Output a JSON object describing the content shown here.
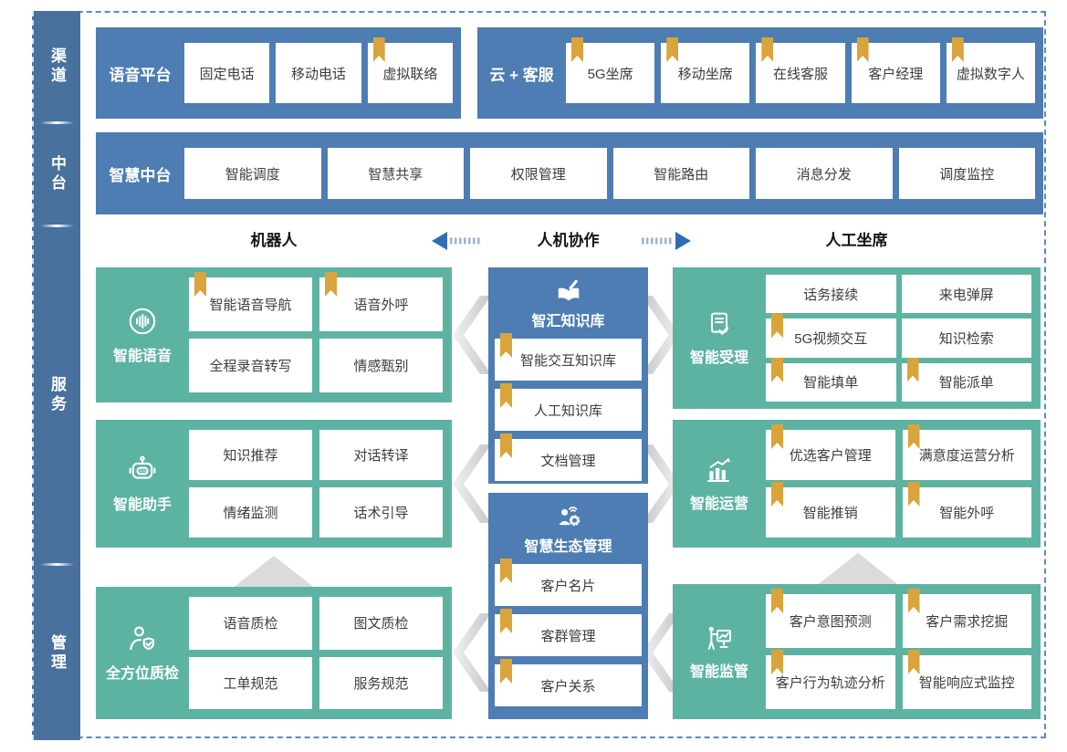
{
  "sidebar": {
    "sections": [
      {
        "label": "渠道"
      },
      {
        "label": "中台"
      },
      {
        "label": "服务"
      },
      {
        "label": "管理"
      }
    ]
  },
  "top_rows": {
    "voice_platform": {
      "title": "语音平台",
      "items": [
        {
          "label": "固定电话",
          "bookmark": false
        },
        {
          "label": "移动电话",
          "bookmark": false
        },
        {
          "label": "虚拟联络",
          "bookmark": true
        }
      ]
    },
    "cloud_service": {
      "title": "云 + 客服",
      "items": [
        {
          "label": "5G坐席",
          "bookmark": true
        },
        {
          "label": "移动坐席",
          "bookmark": true
        },
        {
          "label": "在线客服",
          "bookmark": true
        },
        {
          "label": "客户经理",
          "bookmark": true
        },
        {
          "label": "虚拟数字人",
          "bookmark": true
        }
      ]
    },
    "smart_middle": {
      "title": "智慧中台",
      "items": [
        {
          "label": "智能调度",
          "bookmark": false
        },
        {
          "label": "智慧共享",
          "bookmark": false
        },
        {
          "label": "权限管理",
          "bookmark": false
        },
        {
          "label": "智能路由",
          "bookmark": false
        },
        {
          "label": "消息分发",
          "bookmark": false
        },
        {
          "label": "调度监控",
          "bookmark": false
        }
      ]
    }
  },
  "collab_header": {
    "left": "机器人",
    "center": "人机协作",
    "right": "人工坐席"
  },
  "service_blocks": {
    "left": [
      {
        "title": "智能语音",
        "icon": "voice-wave-icon",
        "items": [
          {
            "label": "智能语音导航",
            "bookmark": true
          },
          {
            "label": "语音外呼",
            "bookmark": true
          },
          {
            "label": "全程录音转写",
            "bookmark": false
          },
          {
            "label": "情感甄别",
            "bookmark": false
          }
        ]
      },
      {
        "title": "智能助手",
        "icon": "robot-icon",
        "items": [
          {
            "label": "知识推荐",
            "bookmark": false
          },
          {
            "label": "对话转译",
            "bookmark": false
          },
          {
            "label": "情绪监测",
            "bookmark": false
          },
          {
            "label": "话术引导",
            "bookmark": false
          }
        ]
      },
      {
        "title": "全方位质检",
        "icon": "person-shield-icon",
        "items": [
          {
            "label": "语音质检",
            "bookmark": false
          },
          {
            "label": "图文质检",
            "bookmark": false
          },
          {
            "label": "工单规范",
            "bookmark": false
          },
          {
            "label": "服务规范",
            "bookmark": false
          }
        ]
      }
    ],
    "center": [
      {
        "title": "智汇知识库",
        "icon": "book-pen-icon",
        "items": [
          {
            "label": "智能交互知识库",
            "bookmark": true
          },
          {
            "label": "人工知识库",
            "bookmark": true
          },
          {
            "label": "文档管理",
            "bookmark": true
          }
        ]
      },
      {
        "title": "智慧生态管理",
        "icon": "person-network-icon",
        "items": [
          {
            "label": "客户名片",
            "bookmark": true
          },
          {
            "label": "客群管理",
            "bookmark": true
          },
          {
            "label": "客户关系",
            "bookmark": true
          }
        ]
      }
    ],
    "right": [
      {
        "title": "智能受理",
        "icon": "document-check-icon",
        "items": [
          {
            "label": "话务接续",
            "bookmark": false
          },
          {
            "label": "来电弹屏",
            "bookmark": false
          },
          {
            "label": "5G视频交互",
            "bookmark": true
          },
          {
            "label": "知识检索",
            "bookmark": false
          },
          {
            "label": "智能填单",
            "bookmark": true
          },
          {
            "label": "智能派单",
            "bookmark": true
          }
        ]
      },
      {
        "title": "智能运营",
        "icon": "chart-growth-icon",
        "items": [
          {
            "label": "优选客户管理",
            "bookmark": true
          },
          {
            "label": "满意度运营分析",
            "bookmark": true
          },
          {
            "label": "智能推销",
            "bookmark": true
          },
          {
            "label": "智能外呼",
            "bookmark": true
          }
        ]
      },
      {
        "title": "智能监管",
        "icon": "presenter-board-icon",
        "items": [
          {
            "label": "客户意图预测",
            "bookmark": true
          },
          {
            "label": "客户需求挖掘",
            "bookmark": true
          },
          {
            "label": "客户行为轨迹分析",
            "bookmark": true
          },
          {
            "label": "智能响应式监控",
            "bookmark": true
          }
        ]
      }
    ]
  },
  "colors": {
    "panel_blue": "#4d7db2",
    "sidebar_blue": "#48719d",
    "teal_green": "#5db3a1",
    "bookmark_gold": "#d9a43c",
    "arrow_blue": "#2f6eb5",
    "chevron_gray": "#d6d6d9"
  }
}
